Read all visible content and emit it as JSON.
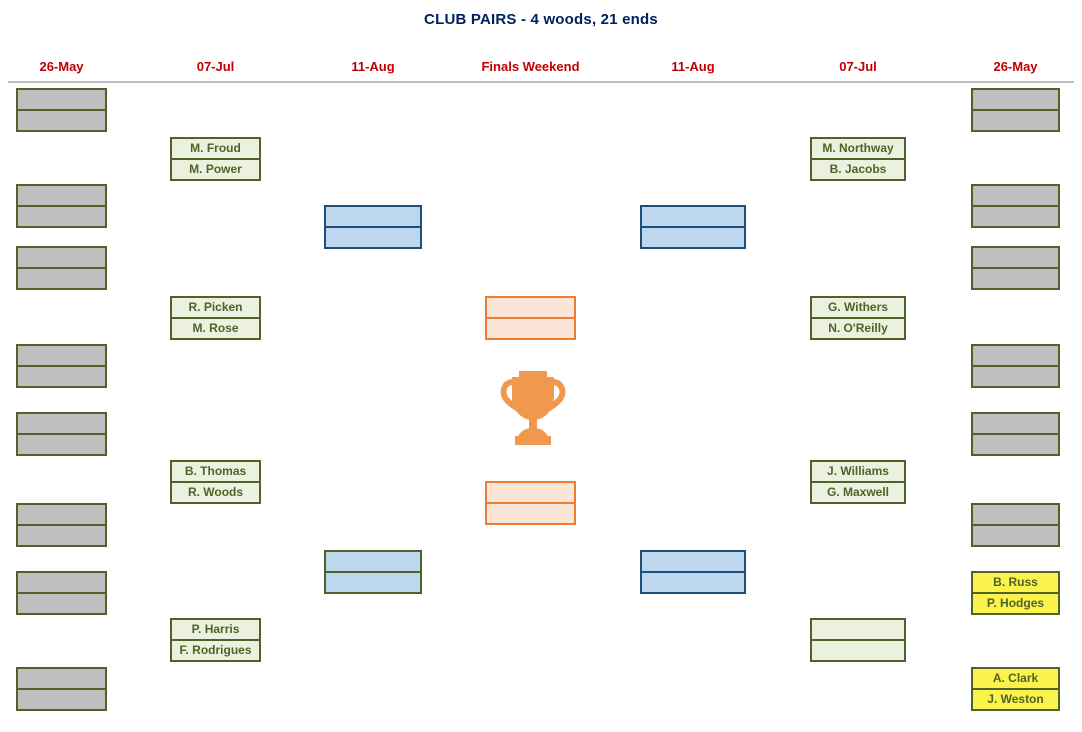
{
  "title": "CLUB PAIRS - 4 woods, 21 ends",
  "rounds": [
    {
      "date": "26-May",
      "side": "left",
      "boxes": [
        {
          "style": "gray",
          "players": [
            "",
            ""
          ]
        },
        {
          "style": "gray",
          "players": [
            "",
            ""
          ]
        },
        {
          "style": "gray",
          "players": [
            "",
            ""
          ]
        },
        {
          "style": "gray",
          "players": [
            "",
            ""
          ]
        },
        {
          "style": "gray",
          "players": [
            "",
            ""
          ]
        },
        {
          "style": "gray",
          "players": [
            "",
            ""
          ]
        },
        {
          "style": "gray",
          "players": [
            "",
            ""
          ]
        },
        {
          "style": "gray",
          "players": [
            "",
            ""
          ]
        }
      ]
    },
    {
      "date": "07-Jul",
      "side": "left",
      "boxes": [
        {
          "style": "green",
          "players": [
            "M. Froud",
            "M. Power"
          ]
        },
        {
          "style": "green",
          "players": [
            "R. Picken",
            "M. Rose"
          ]
        },
        {
          "style": "green",
          "players": [
            "B. Thomas",
            "R. Woods"
          ]
        },
        {
          "style": "green",
          "players": [
            "P. Harris",
            "F. Rodrigues"
          ]
        }
      ]
    },
    {
      "date": "11-Aug",
      "side": "left",
      "boxes": [
        {
          "style": "blue-navy",
          "players": [
            "",
            ""
          ]
        },
        {
          "style": "blue-olive",
          "players": [
            "",
            ""
          ]
        }
      ]
    },
    {
      "date": "Finals Weekend",
      "side": "center",
      "boxes": [
        {
          "style": "orange",
          "players": [
            "",
            ""
          ]
        },
        {
          "style": "orange",
          "players": [
            "",
            ""
          ]
        }
      ]
    },
    {
      "date": "11-Aug",
      "side": "right",
      "boxes": [
        {
          "style": "blue-navy",
          "players": [
            "",
            ""
          ]
        },
        {
          "style": "blue-navy",
          "players": [
            "",
            ""
          ]
        }
      ]
    },
    {
      "date": "07-Jul",
      "side": "right",
      "boxes": [
        {
          "style": "green",
          "players": [
            "M. Northway",
            "B. Jacobs"
          ]
        },
        {
          "style": "green",
          "players": [
            "G. Withers",
            "N. O'Reilly"
          ]
        },
        {
          "style": "green",
          "players": [
            "J. Williams",
            "G. Maxwell"
          ]
        },
        {
          "style": "green",
          "players": [
            "",
            ""
          ]
        }
      ]
    },
    {
      "date": "26-May",
      "side": "right",
      "boxes": [
        {
          "style": "gray",
          "players": [
            "",
            ""
          ]
        },
        {
          "style": "gray",
          "players": [
            "",
            ""
          ]
        },
        {
          "style": "gray",
          "players": [
            "",
            ""
          ]
        },
        {
          "style": "gray",
          "players": [
            "",
            ""
          ]
        },
        {
          "style": "gray",
          "players": [
            "",
            ""
          ]
        },
        {
          "style": "gray",
          "players": [
            "",
            ""
          ]
        },
        {
          "style": "yellow",
          "players": [
            "B. Russ",
            "P. Hodges"
          ]
        },
        {
          "style": "yellow",
          "players": [
            "A. Clark",
            "J. Weston"
          ]
        }
      ]
    }
  ],
  "trophy_icon": "trophy",
  "colors": {
    "title": "#002060",
    "header_date": "#C00000",
    "header_line": "#BFBFBF",
    "olive_border": "#4F6228",
    "olive_text": "#4F6228",
    "gray_fill": "#BFBFBF",
    "green_fill": "#EBF1DE",
    "blue_fill": "#BDD7EE",
    "navy_border": "#1F4E79",
    "orange_fill": "#FBE5D6",
    "orange_border": "#ED7D31",
    "yellow_fill": "#FBF24C",
    "trophy": "#F0994E"
  }
}
